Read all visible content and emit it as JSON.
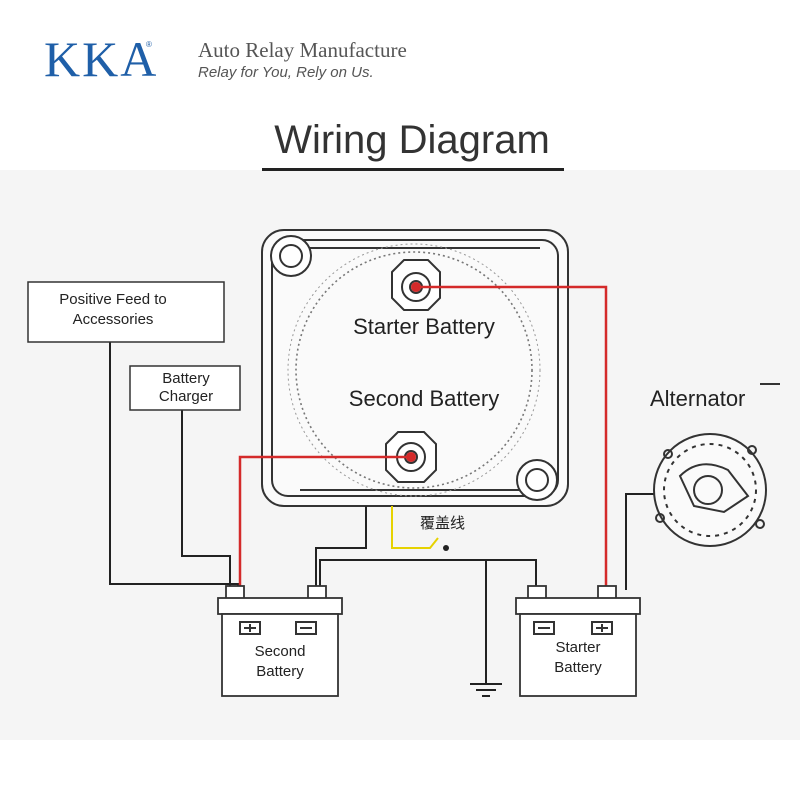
{
  "brand": {
    "logo": "KKA",
    "registered": "®",
    "company": "Auto Relay Manufacture",
    "slogan": "Relay for You, Rely on Us."
  },
  "title": "Wiring Diagram",
  "relay": {
    "starter_label": "Starter Battery",
    "second_label": "Second Battery",
    "override_label": "覆盖线"
  },
  "boxes": {
    "positive_feed": "Positive Feed to Accessories",
    "battery_charger": "Battery Charger"
  },
  "alternator_label": "Alternator",
  "batteries": {
    "second": "Second Battery",
    "starter": "Starter Battery"
  },
  "colors": {
    "logo": "#1f5fa8",
    "red_wire": "#d42a2a",
    "yellow_wire": "#e6d200",
    "line": "#222222"
  }
}
